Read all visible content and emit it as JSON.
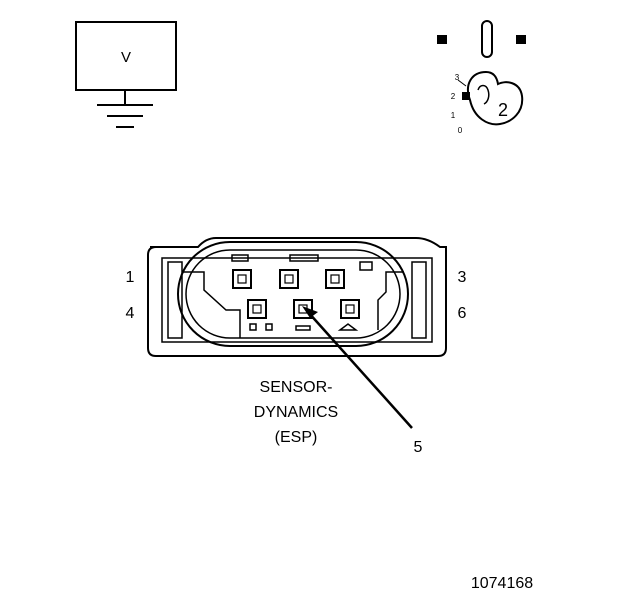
{
  "voltmeter": {
    "label": "V"
  },
  "ignition_switch": {
    "position_labels": [
      "3",
      "2",
      "1",
      "0"
    ],
    "selected_position": "2"
  },
  "connector": {
    "pin_labels": {
      "pin1": "1",
      "pin3": "3",
      "pin4": "4",
      "pin5": "5",
      "pin6": "6"
    },
    "caption": [
      "SENSOR-",
      "DYNAMICS",
      "(ESP)"
    ]
  },
  "figure_number": "1074168",
  "colors": {
    "line": "#000000",
    "background": "#ffffff"
  }
}
